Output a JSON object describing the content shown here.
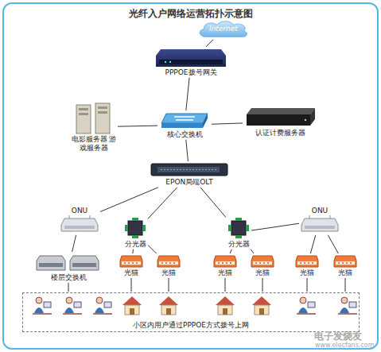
{
  "diagram": {
    "title": "光纤入户网络运营拓扑示意图",
    "nodes": [
      {
        "text": [
          "Internet"
        ]
      },
      {
        "text": [
          "PPPOE拨号网关"
        ]
      },
      {
        "text": [
          "电影服务器 游戏服务器"
        ]
      },
      {
        "text": [
          "核心交换机"
        ]
      },
      {
        "text": [
          "认证计费服务器"
        ]
      },
      {
        "text": [
          "EPON局端OLT"
        ]
      },
      {
        "text": [
          "ONU"
        ]
      },
      {
        "text": [
          "分光器"
        ]
      },
      {
        "text": [
          "分光器"
        ]
      },
      {
        "text": [
          "ONU"
        ]
      },
      {
        "text": [
          "楼层交换机"
        ]
      },
      {
        "text": [
          "光猫"
        ]
      },
      {
        "text": [
          "光猫"
        ]
      },
      {
        "text": [
          "光猫"
        ]
      },
      {
        "text": [
          "光猫"
        ]
      },
      {
        "text": [
          "光猫"
        ]
      },
      {
        "text": [
          "光猫"
        ]
      },
      {
        "text": [
          "小区内用户通过PPPOE方式拨号上网"
        ]
      }
    ],
    "edges": [
      {
        "from": 0,
        "to": 1,
        "arrow": "none"
      },
      {
        "from": 1,
        "to": 3,
        "arrow": "none"
      },
      {
        "from": 2,
        "to": 3,
        "arrow": "none"
      },
      {
        "from": 3,
        "to": 4,
        "arrow": "none"
      },
      {
        "from": 3,
        "to": 5,
        "arrow": "none"
      },
      {
        "from": 5,
        "to": 6,
        "arrow": "none"
      },
      {
        "from": 5,
        "to": 7,
        "arrow": "none"
      },
      {
        "from": 5,
        "to": 8,
        "arrow": "none"
      },
      {
        "from": 8,
        "to": 9,
        "arrow": "none"
      },
      {
        "from": 6,
        "to": 10,
        "arrow": "none"
      },
      {
        "from": 7,
        "to": 11,
        "arrow": "none"
      },
      {
        "from": 7,
        "to": 12,
        "arrow": "none"
      },
      {
        "from": 8,
        "to": 13,
        "arrow": "none"
      },
      {
        "from": 8,
        "to": 14,
        "arrow": "none"
      },
      {
        "from": 9,
        "to": 15,
        "arrow": "none"
      },
      {
        "from": 9,
        "to": 16,
        "arrow": "none"
      },
      {
        "from": 10,
        "to": 17,
        "arrow": "none"
      },
      {
        "from": 11,
        "to": 17,
        "arrow": "none"
      },
      {
        "from": 12,
        "to": 17,
        "arrow": "none"
      },
      {
        "from": 13,
        "to": 17,
        "arrow": "none"
      },
      {
        "from": 14,
        "to": 17,
        "arrow": "none"
      },
      {
        "from": 15,
        "to": 17,
        "arrow": "none"
      },
      {
        "from": 16,
        "to": 17,
        "arrow": "none"
      }
    ],
    "labels": [
      "电子发烧友",
      "www.elecfans.com"
    ]
  }
}
